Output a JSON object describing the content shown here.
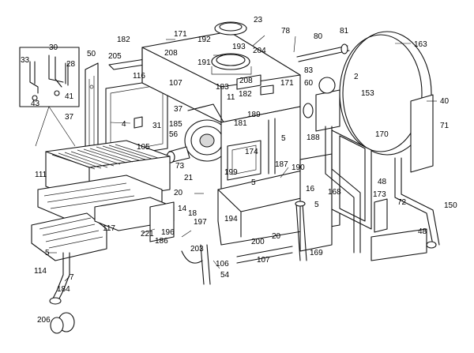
{
  "callouts": [
    {
      "id": "c23",
      "text": "23"
    },
    {
      "id": "c78",
      "text": "78"
    },
    {
      "id": "c80",
      "text": "80"
    },
    {
      "id": "c81",
      "text": "81"
    },
    {
      "id": "c163",
      "text": "163"
    },
    {
      "id": "c182a",
      "text": "182"
    },
    {
      "id": "c171a",
      "text": "171"
    },
    {
      "id": "c192",
      "text": "192"
    },
    {
      "id": "c193",
      "text": "193"
    },
    {
      "id": "c204",
      "text": "204"
    },
    {
      "id": "c208a",
      "text": "208"
    },
    {
      "id": "c191",
      "text": "191"
    },
    {
      "id": "c208b",
      "text": "208"
    },
    {
      "id": "c83",
      "text": "83"
    },
    {
      "id": "c33",
      "text": "33"
    },
    {
      "id": "c30",
      "text": "30"
    },
    {
      "id": "c28",
      "text": "28"
    },
    {
      "id": "c50",
      "text": "50"
    },
    {
      "id": "c205",
      "text": "205"
    },
    {
      "id": "c116",
      "text": "116"
    },
    {
      "id": "c107a",
      "text": "107"
    },
    {
      "id": "c183",
      "text": "183"
    },
    {
      "id": "c11",
      "text": "11"
    },
    {
      "id": "c182b",
      "text": "182"
    },
    {
      "id": "c171b",
      "text": "171"
    },
    {
      "id": "c60",
      "text": "60"
    },
    {
      "id": "c2",
      "text": "2"
    },
    {
      "id": "c153",
      "text": "153"
    },
    {
      "id": "c40",
      "text": "40"
    },
    {
      "id": "c43",
      "text": "43"
    },
    {
      "id": "c41",
      "text": "41"
    },
    {
      "id": "c37a",
      "text": "37"
    },
    {
      "id": "c37b",
      "text": "37"
    },
    {
      "id": "c189",
      "text": "189"
    },
    {
      "id": "c71",
      "text": "71"
    },
    {
      "id": "c4",
      "text": "4"
    },
    {
      "id": "c31",
      "text": "31"
    },
    {
      "id": "c185",
      "text": "185"
    },
    {
      "id": "c56",
      "text": "56"
    },
    {
      "id": "c181",
      "text": "181"
    },
    {
      "id": "c105",
      "text": "105"
    },
    {
      "id": "c5a",
      "text": "5"
    },
    {
      "id": "c188",
      "text": "188"
    },
    {
      "id": "c170",
      "text": "170"
    },
    {
      "id": "c174",
      "text": "174"
    },
    {
      "id": "c73",
      "text": "73"
    },
    {
      "id": "c187",
      "text": "187"
    },
    {
      "id": "c190",
      "text": "190"
    },
    {
      "id": "c111",
      "text": "111"
    },
    {
      "id": "c199",
      "text": "199"
    },
    {
      "id": "c21",
      "text": "21"
    },
    {
      "id": "c5b",
      "text": "5"
    },
    {
      "id": "c16",
      "text": "16"
    },
    {
      "id": "c48a",
      "text": "48"
    },
    {
      "id": "c20a",
      "text": "20"
    },
    {
      "id": "c168",
      "text": "168"
    },
    {
      "id": "c173",
      "text": "173"
    },
    {
      "id": "c72",
      "text": "72"
    },
    {
      "id": "c5c",
      "text": "5"
    },
    {
      "id": "c150",
      "text": "150"
    },
    {
      "id": "c14",
      "text": "14"
    },
    {
      "id": "c18",
      "text": "18"
    },
    {
      "id": "c194",
      "text": "194"
    },
    {
      "id": "c197",
      "text": "197"
    },
    {
      "id": "c117",
      "text": "117"
    },
    {
      "id": "c221",
      "text": "221"
    },
    {
      "id": "c196",
      "text": "196"
    },
    {
      "id": "c20b",
      "text": "20"
    },
    {
      "id": "c186",
      "text": "186"
    },
    {
      "id": "c200",
      "text": "200"
    },
    {
      "id": "c48b",
      "text": "48"
    },
    {
      "id": "c5d",
      "text": "5"
    },
    {
      "id": "c203",
      "text": "203"
    },
    {
      "id": "c169",
      "text": "169"
    },
    {
      "id": "c107b",
      "text": "107"
    },
    {
      "id": "c106",
      "text": "106"
    },
    {
      "id": "c114",
      "text": "114"
    },
    {
      "id": "c7",
      "text": "7"
    },
    {
      "id": "c54",
      "text": "54"
    },
    {
      "id": "c184",
      "text": "184"
    },
    {
      "id": "c206",
      "text": "206"
    }
  ]
}
